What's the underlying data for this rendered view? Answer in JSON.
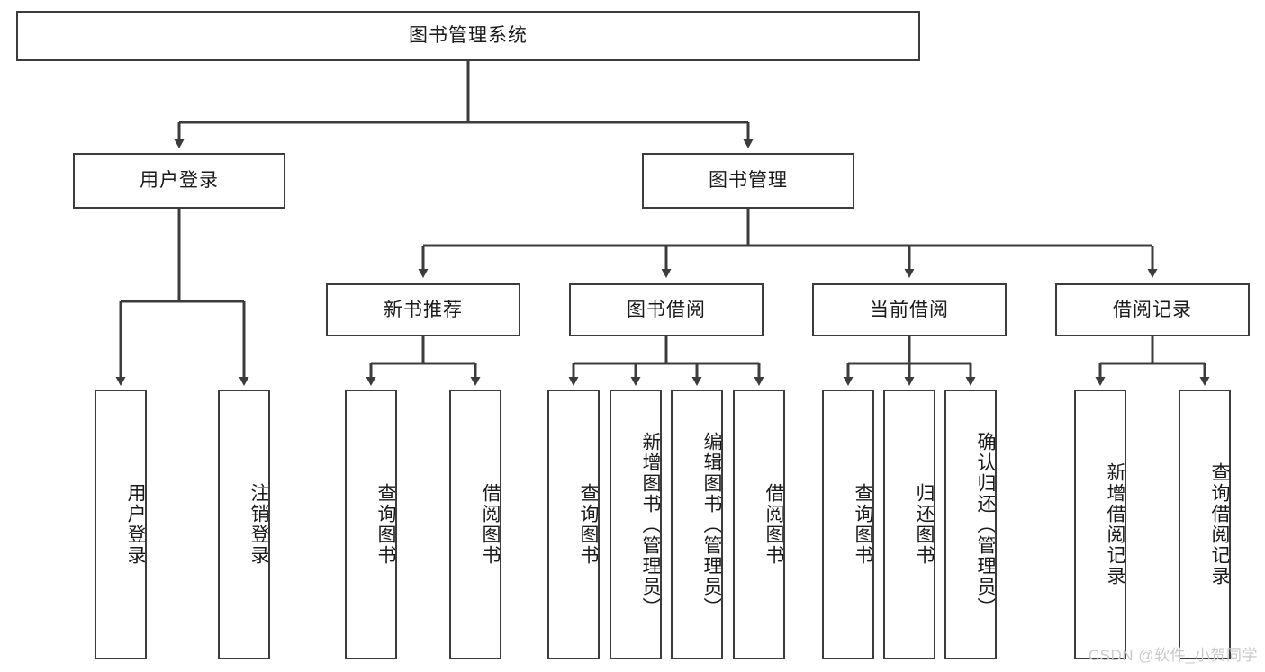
{
  "diagram": {
    "title": "图书管理系统",
    "type": "tree-hierarchy-chart",
    "root": {
      "label": "图书管理系统"
    },
    "level2": [
      {
        "label": "用户登录"
      },
      {
        "label": "图书管理"
      }
    ],
    "level3": [
      {
        "label": "新书推荐"
      },
      {
        "label": "图书借阅"
      },
      {
        "label": "当前借阅"
      },
      {
        "label": "借阅记录"
      }
    ],
    "leaves": {
      "user_login": [
        {
          "label": "用户登录"
        },
        {
          "label": "注销登录"
        }
      ],
      "new_book_recommend": [
        {
          "label": "查询图书"
        },
        {
          "label": "借阅图书"
        }
      ],
      "book_borrow": [
        {
          "label": "查询图书"
        },
        {
          "label": "新增图书（管理员）"
        },
        {
          "label": "编辑图书（管理员）"
        },
        {
          "label": "借阅图书"
        }
      ],
      "current_borrow": [
        {
          "label": "查询图书"
        },
        {
          "label": "归还图书"
        },
        {
          "label": "确认归还（管理员）"
        }
      ],
      "borrow_record": [
        {
          "label": "新增借阅记录"
        },
        {
          "label": "查询借阅记录"
        }
      ]
    }
  },
  "watermark": {
    "text": "CSDN @软件_小贺同学"
  },
  "colors": {
    "border": "#3c3c3c",
    "background": "#ffffff",
    "text": "#1a1a1a",
    "watermark": "#c9c9c9"
  }
}
